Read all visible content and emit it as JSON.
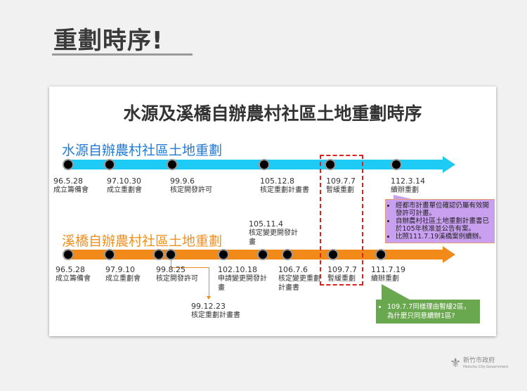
{
  "slide_title": "重劃時序!",
  "card_title": "水源及溪橋自辦農村社區土地重劃時序",
  "colors": {
    "blue_line": "#1ecbf5",
    "orange_line": "#f28a1a",
    "blue_text": "#1f7ad6",
    "orange_text": "#f0901e",
    "highlight_box": "#e0201c",
    "purple_note": "#c9a0f0",
    "green_note": "#6aa84f"
  },
  "shuiyuan": {
    "title": "水源自辦農村社區土地重劃",
    "events": [
      {
        "date": "96.5.28",
        "desc": "成立籌備會"
      },
      {
        "date": "97.10.30",
        "desc": "成立重劃會"
      },
      {
        "date": "99.9.6",
        "desc": "核定開發許可"
      },
      {
        "date": "105.12.8",
        "desc": "核定重劃計畫書"
      },
      {
        "date": "109.7.7",
        "desc": "暫緩重劃"
      },
      {
        "date": "112.3.14",
        "desc": "續辦重劃"
      }
    ]
  },
  "xiqiao": {
    "title": "溪橋自辦農村社區土地重劃",
    "events": [
      {
        "date": "96.5.28",
        "desc": "成立籌備會"
      },
      {
        "date": "97.9.10",
        "desc": "成立重劃會"
      },
      {
        "date": "99.8.25",
        "desc": "核定開發許可"
      },
      {
        "date": "99.12.23",
        "desc": "核定重劃計畫書"
      },
      {
        "date": "102.10.18",
        "desc": "申請變更開發計畫"
      },
      {
        "date": "105.11.4",
        "desc": "核定變更開發計畫"
      },
      {
        "date": "106.7.6",
        "desc": "核定變更重劃計畫書"
      },
      {
        "date": "109.7.7",
        "desc": "暫緩重劃"
      },
      {
        "date": "111.7.19",
        "desc": "續辦重劃"
      }
    ]
  },
  "purple_note": [
    "經都市計畫單位確認仍屬有效開發許可計畫。",
    "自辦農村社區土地重劃計畫書已於105年核准並公告有案。",
    "比照111.7.19溪橋案例續辦。"
  ],
  "green_note": [
    "109.7.7同樣理由暫緩2區，為什麼只同意續辦1區?"
  ],
  "logo": {
    "name": "新竹市政府",
    "subtitle": "Hsinchu City Government"
  }
}
